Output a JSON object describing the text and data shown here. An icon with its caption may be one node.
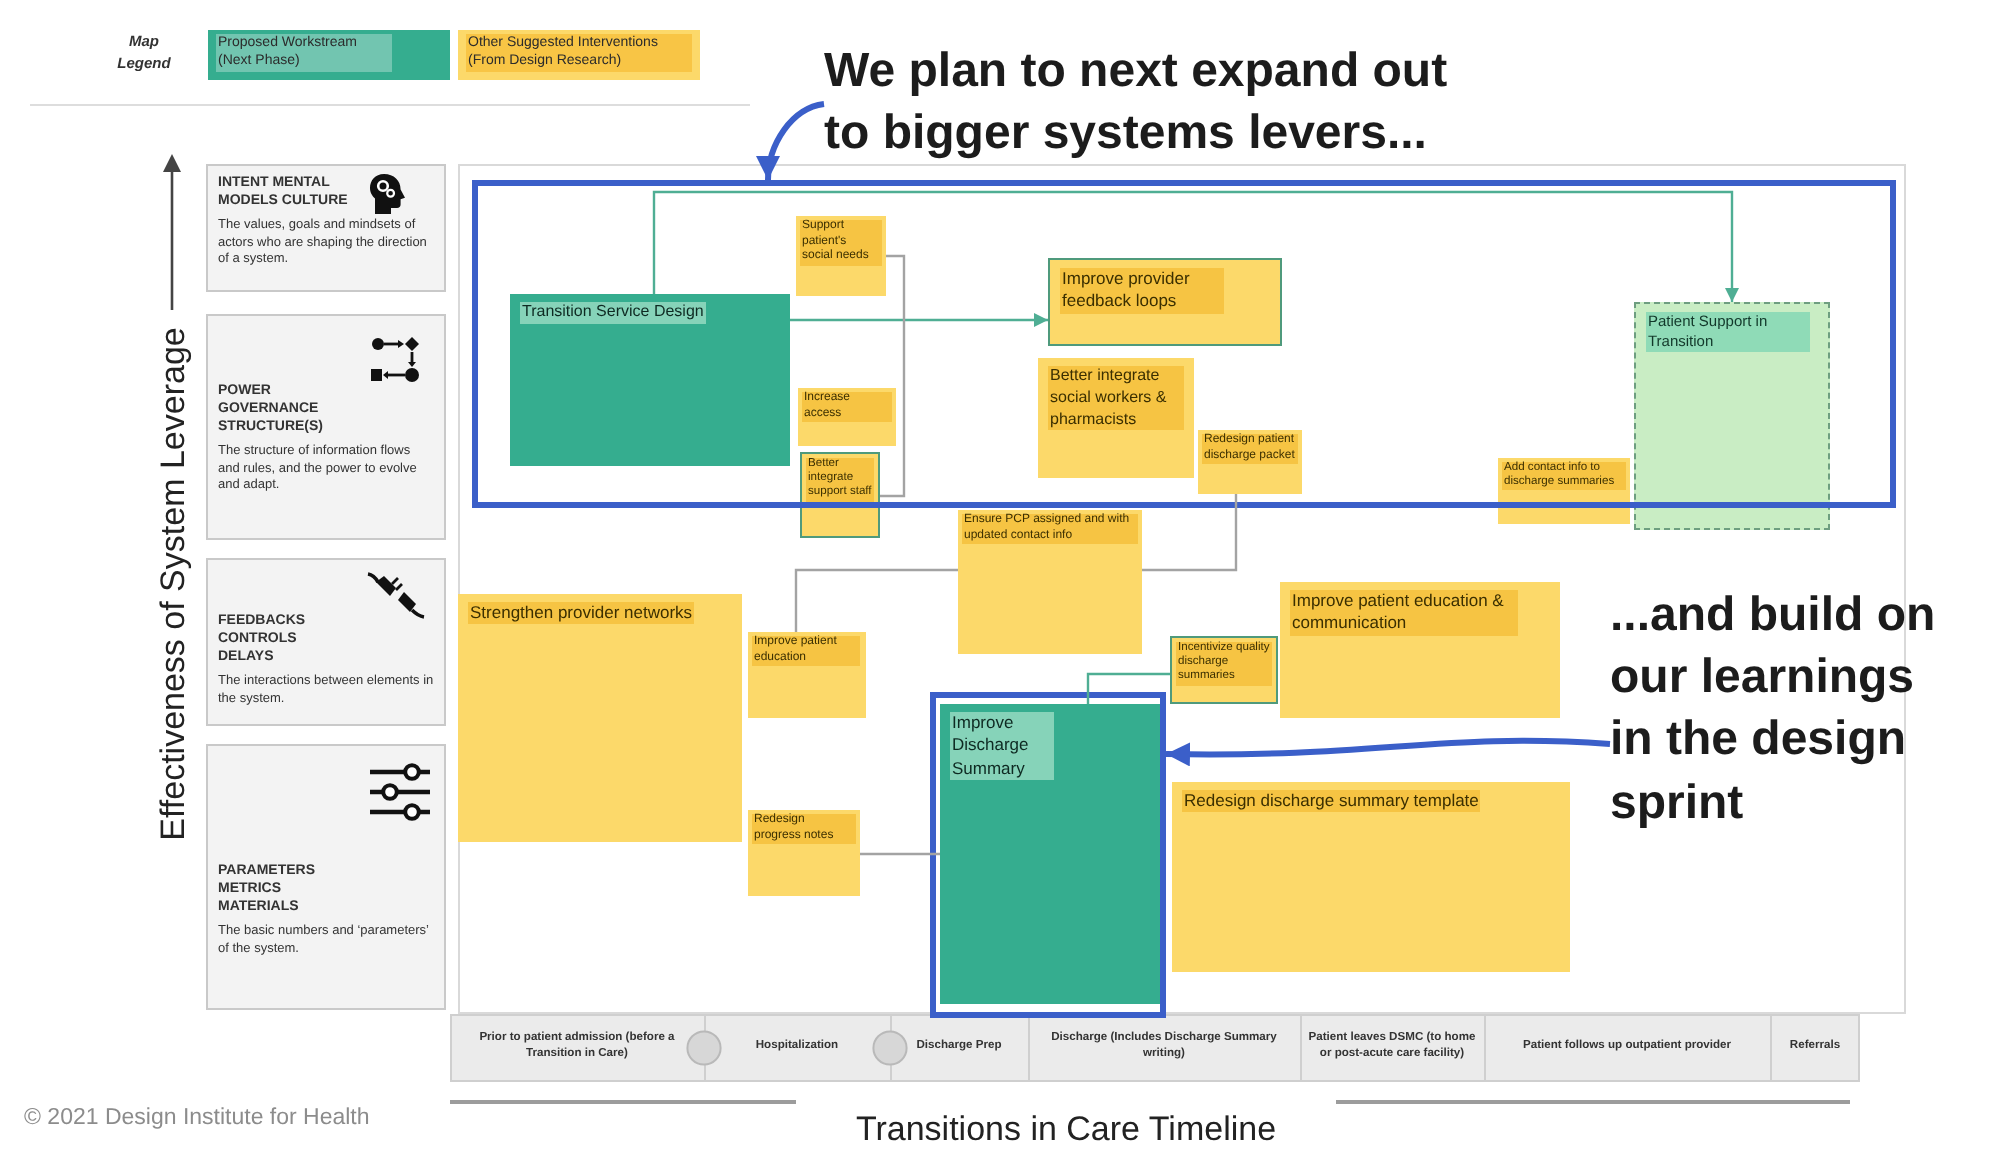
{
  "diagram": {
    "nodes": [
      {
        "text": [
          "INTENT MENTAL MODELS CULTURE",
          "The values, goals and mindsets of actors who are shaping the direction of a system."
        ]
      },
      {
        "text": [
          "POWER GOVERNANCE STRUCTURE(S)",
          "The structure of information flows and rules, and the power to evolve and adapt."
        ]
      },
      {
        "text": [
          "FEEDBACKS CONTROLS DELAYS",
          "The interactions between elements in the system."
        ]
      },
      {
        "text": [
          "PARAMETERS METRICS MATERIALS",
          "The basic numbers and ‘parameters’ of the system."
        ]
      },
      {
        "text": [
          "We plan to next expand out to bigger systems levers..."
        ]
      },
      {
        "text": [],
        "shape": "box"
      },
      {
        "text": [
          "Support patient's social needs"
        ],
        "in": 5
      },
      {
        "text": [
          "Improve provider feedback loops"
        ],
        "in": 5
      },
      {
        "text": [
          "Transition Service Design"
        ],
        "in": 5
      },
      {
        "text": [
          "Better integrate social workers & pharmacists"
        ],
        "in": 5
      },
      {
        "text": [
          "Patient Support in Transition"
        ]
      },
      {
        "text": [
          "Increase access"
        ],
        "in": 5
      },
      {
        "text": [
          "Redesign patient discharge packet"
        ],
        "in": 5
      },
      {
        "text": [
          "Better integrate support staff"
        ]
      },
      {
        "text": [
          "Add contact info to discharge summaries"
        ]
      },
      {
        "text": [
          "Ensure PCP assigned and with updated contact info"
        ]
      },
      {
        "text": [
          "Strengthen provider networks"
        ]
      },
      {
        "text": [
          "Improve patient education"
        ]
      },
      {
        "text": [
          "Incentivize quality discharge summaries"
        ]
      },
      {
        "text": [
          "Improve patient education & communication"
        ]
      },
      {
        "text": [
          "...and build on our learnings in the design sprint"
        ]
      },
      {
        "text": [],
        "shape": "box"
      },
      {
        "text": [
          "Improve Discharge Summary"
        ],
        "in": 21
      },
      {
        "text": [
          "Redesign discharge summary template"
        ]
      },
      {
        "text": [
          "Redesign progress notes"
        ]
      }
    ],
    "edges": [
      {
        "from": 4,
        "to": 5,
        "arrow": "to",
        "style": "thick",
        "color": "#3b5fc9"
      },
      {
        "from": 8,
        "to": 7,
        "arrow": "to",
        "color": "#4fae94"
      },
      {
        "from": 8,
        "to": 10,
        "arrow": "to",
        "color": "#4fae94"
      },
      {
        "from": 6,
        "to": 13,
        "arrow": "none"
      },
      {
        "from": 15,
        "to": 12,
        "arrow": "none"
      },
      {
        "from": 15,
        "to": 17,
        "arrow": "none"
      },
      {
        "from": 18,
        "to": 22,
        "arrow": "none",
        "color": "#4fae94"
      },
      {
        "from": 24,
        "to": 22,
        "arrow": "none"
      },
      {
        "from": 20,
        "to": 21,
        "arrow": "to",
        "style": "thick",
        "color": "#3b5fc9"
      }
    ],
    "labels": [
      "Map Legend",
      "Effectiveness of System Leverage",
      "Prior to patient admission (before a Transition in Care)",
      "Hospitalization",
      "Discharge Prep",
      "Discharge (Includes Discharge Summary writing)",
      "Patient leaves DSMC (to home or post-acute care facility)",
      "Patient follows up outpatient provider",
      "Referrals",
      "© 2021 Design Institute for Health",
      "Transitions in Care Timeline"
    ],
    "legend": [
      {
        "text": "Proposed Workstream (Next Phase)",
        "color": "#35ad8f"
      },
      {
        "text": "Other Suggested Interventions (From Design Research)",
        "color": "#fcd96a"
      }
    ]
  }
}
